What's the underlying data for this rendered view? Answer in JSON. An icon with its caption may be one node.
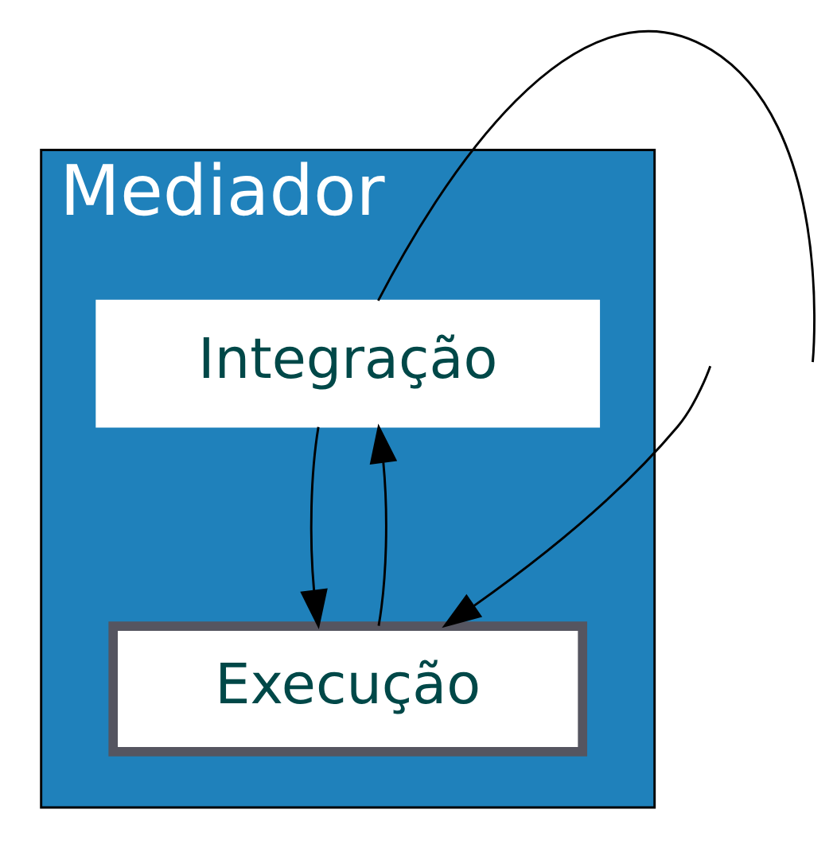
{
  "diagram": {
    "nodes": [
      {
        "text": [
          "Mediador"
        ]
      },
      {
        "text": [
          "Integração"
        ],
        "in": 0
      },
      {
        "text": [
          "Execução"
        ],
        "in": 0
      }
    ],
    "edges": [
      {
        "from": 2,
        "to": 1,
        "arrow": "to"
      },
      {
        "from": 1,
        "to": 2,
        "arrow": "to"
      },
      {
        "from": null,
        "to": 2,
        "arrow": "to"
      },
      {
        "from": 1,
        "to": null,
        "arrow": "none"
      }
    ]
  }
}
